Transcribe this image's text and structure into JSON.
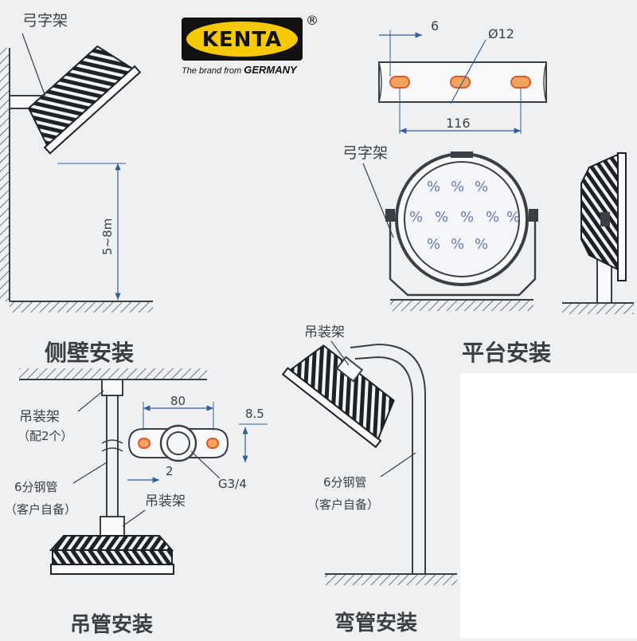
{
  "brand": {
    "name": "KENTA",
    "registered": "®",
    "tagline_prefix": "The brand from",
    "tagline_country": "GERMANY"
  },
  "colors": {
    "line": "#3a3f45",
    "dimension": "#2f5d9e",
    "hole": "#e4572e",
    "background": "#eef0f2"
  },
  "side_wall": {
    "title": "侧壁安装",
    "bracket_label": "弓字架",
    "height_label": "5~8m"
  },
  "platform": {
    "title": "平台安装",
    "bracket_label": "弓字架",
    "dim_edge": "6",
    "dim_hole": "Ø12",
    "dim_spacing": "116"
  },
  "pendant": {
    "title": "吊管安装",
    "hanger_label": "吊装架",
    "hanger_qty": "（配2个）",
    "pipe_label": "6分钢管",
    "pipe_note": "（客户自备）",
    "hanger_label_2": "吊装架",
    "dim_width": "80",
    "dim_hole": "8.5",
    "dim_gap": "2",
    "thread": "G3/4"
  },
  "bent_pipe": {
    "title": "弯管安装",
    "hanger_label": "吊装架",
    "pipe_label": "6分钢管",
    "pipe_note": "（客户自备）"
  }
}
